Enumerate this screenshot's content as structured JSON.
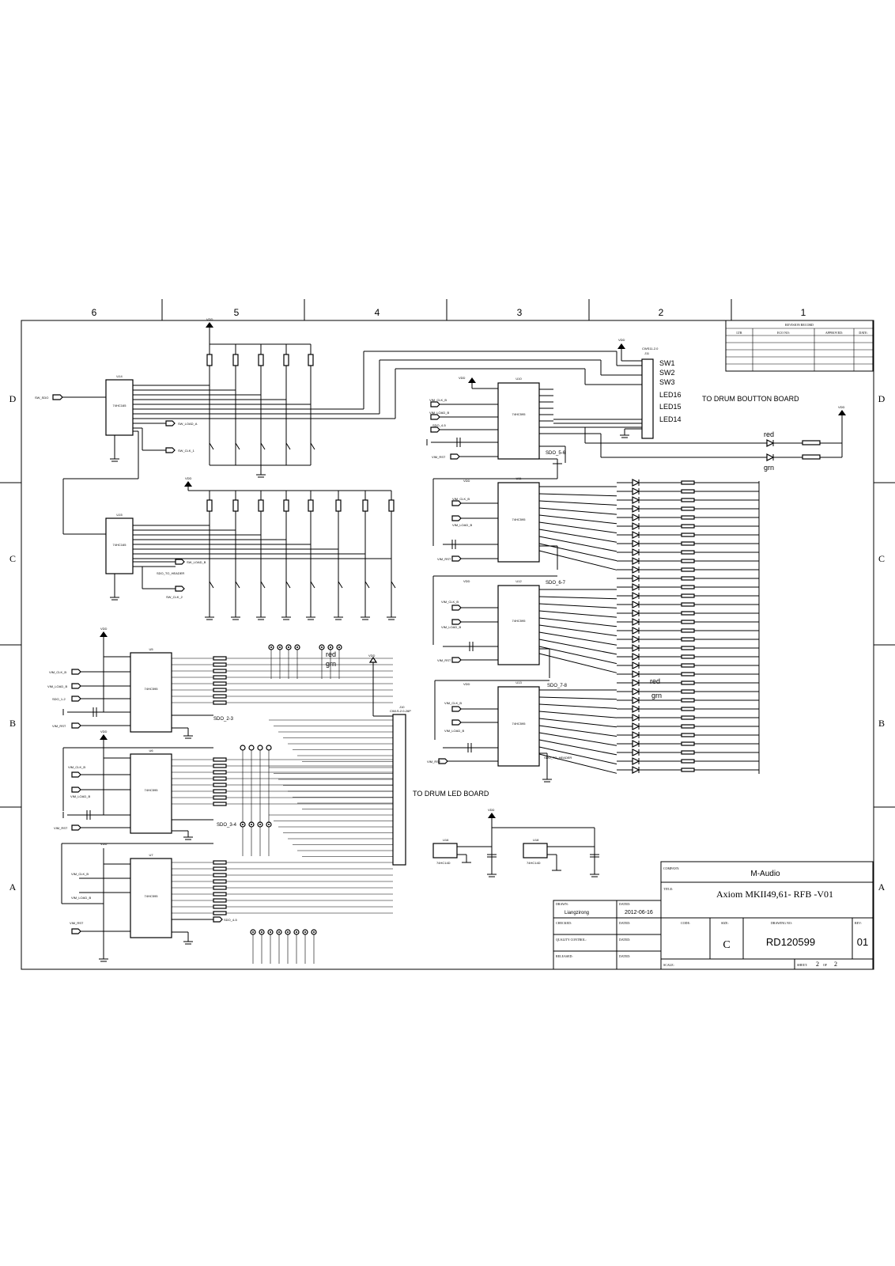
{
  "zones": {
    "columns": [
      "6",
      "5",
      "4",
      "3",
      "2",
      "1"
    ],
    "rows": [
      "D",
      "C",
      "B",
      "A"
    ]
  },
  "revision_record": {
    "title": "REVISION RECORD",
    "headers": [
      "LTR",
      "ECO NO:",
      "APPROVED:",
      "DATE:"
    ]
  },
  "connector_j11": {
    "name": "CWS11-2.0",
    "ref": "J11",
    "pins": [
      "SW1",
      "SW2",
      "SW3",
      "LED16",
      "LED15",
      "LED14"
    ]
  },
  "notes": {
    "drum_button": "TO DRUM BOUTTON BOARD",
    "drum_led": "TO DRUM LED BOARD"
  },
  "nets": {
    "vdd": "VDD",
    "sdo_5_6": "SDO_5-6",
    "sdo_6_7": "SDO_6-7",
    "sdo_7_8": "SDO_7-8",
    "sdo_2_3": "SDO_2-3",
    "sdo_3_4": "SDO_3-4",
    "sdo_to_header": "SDO_TO_HEADER",
    "sw_load_a": "SW_LOAD_A",
    "sw_clk_1": "SW_CLK_1",
    "sw_sdo": "SW_SDO",
    "vim_clk_b": "VIM_CLK_B",
    "vim_load_b": "VIM_LOAD_B",
    "sdo_1_2": "SDO_1-2",
    "vim_rst": "VIM_RST",
    "sdo_4_5": "SDO_4-5",
    "sw_load_b": "SW_LOAD_B",
    "sw_clk_2": "SW_CLK_2"
  },
  "led_colors": {
    "red": "red",
    "grn": "grn"
  },
  "chips": {
    "u14": {
      "ref": "U14",
      "part": "74HC165"
    },
    "u15": {
      "ref": "U15",
      "part": "74HC165"
    },
    "u10": {
      "ref": "U10",
      "part": "74HC595"
    },
    "u11": {
      "ref": "U11",
      "part": "74HC595"
    },
    "u12": {
      "ref": "U12",
      "part": "74HC595"
    },
    "u13": {
      "ref": "U13",
      "part": "74HC595"
    },
    "u5": {
      "ref": "U5",
      "part": "74HC595"
    },
    "u6": {
      "ref": "U6",
      "part": "74HC595"
    },
    "u7": {
      "ref": "U7",
      "part": "74HC595"
    },
    "u16": {
      "ref": "U16",
      "part": "74HC14D"
    },
    "u18": {
      "ref": "U18",
      "part": "74HC14D"
    }
  },
  "connector_j10": {
    "name": "CWLS-2.0-26P",
    "ref": "J10"
  },
  "title_block": {
    "company_label": "COMPANY:",
    "company": "M-Audio",
    "title_label": "TITLE:",
    "title": "Axiom MKII49,61-  RFB  -V01",
    "drawn_label": "DRAWN:",
    "drawn": "Liangzirong",
    "date_label": "DATED:",
    "date": "2012-06-16",
    "checked_label": "CHECKED:",
    "checked_date_label": "DATED:",
    "qc_label": "QUALITY CONTROL:",
    "qc_date_label": "DATED:",
    "released_label": "RELEASED:",
    "released_date_label": "DATED:",
    "code_label": "CODE:",
    "size_label": "SIZE:",
    "size": "C",
    "drawing_no_label": "DRAWING NO:",
    "drawing_no": "RD120599",
    "rev_label": "REV:",
    "rev": "01",
    "scale_label": "SCALE:",
    "sheet_label": "SHEET:",
    "sheet": "2",
    "sheet_of": "OF",
    "sheet_total": "2"
  }
}
